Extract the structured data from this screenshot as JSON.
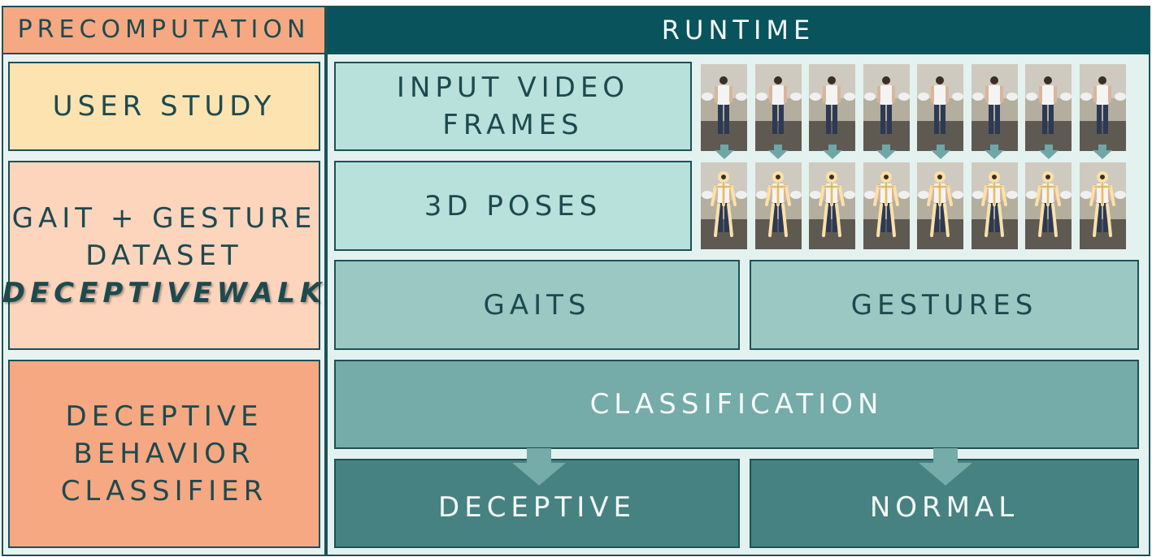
{
  "precomputation": {
    "header": "PRECOMPUTATION",
    "user_study": "USER STUDY",
    "dataset_line1": "GAIT + GESTURE",
    "dataset_line2": "DATASET",
    "dataset_line3": "DECEPTIVEWALK",
    "classifier_line1": "DECEPTIVE",
    "classifier_line2": "BEHAVIOR",
    "classifier_line3": "CLASSIFIER"
  },
  "runtime": {
    "header": "RUNTIME",
    "input_line1": "INPUT VIDEO",
    "input_line2": "FRAMES",
    "poses": "3D POSES",
    "gaits": "GAITS",
    "gestures": "GESTURES",
    "classification": "CLASSIFICATION",
    "deceptive": "DECEPTIVE",
    "normal": "NORMAL"
  },
  "colors": {
    "precomp_header": "#f5a882",
    "runtime_header": "#08535c",
    "user_study": "#fde3b0",
    "dataset": "#fdd4bc",
    "classifier": "#f5a882",
    "runtime_bg": "#e3f2ef",
    "input_box": "#b9e1db",
    "gaits_box": "#9cc8c3",
    "classification_box": "#75aba8",
    "output_box": "#468281",
    "arrow": "#6fa7a6"
  },
  "frames": {
    "count": 8,
    "video_frame_icon": "person-photo",
    "pose_frame_icon": "skeleton-overlay"
  }
}
